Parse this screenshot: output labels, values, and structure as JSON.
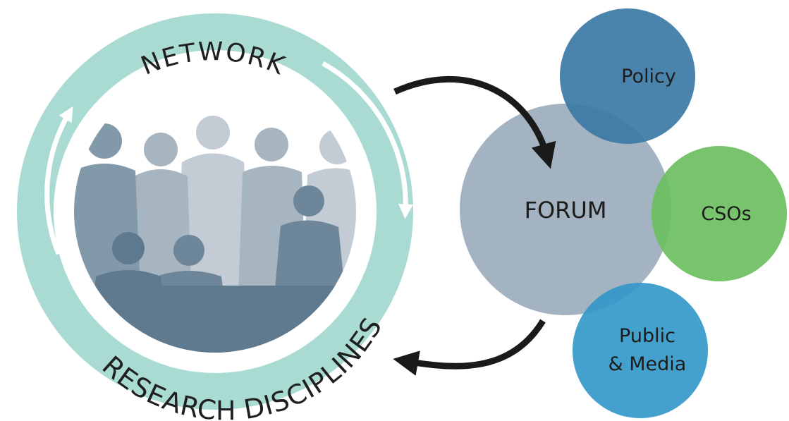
{
  "ring": {
    "top_label": "NETWORK",
    "bottom_label": "RESEARCH DISCIPLINES",
    "color": "#a9dbd3",
    "arrow_color": "#ffffff"
  },
  "people": {
    "colors": [
      "#5f7a8f",
      "#8299aa",
      "#a7b5c1",
      "#c3ccd4",
      "#6d8699"
    ]
  },
  "forum": {
    "label": "FORUM",
    "color": "#a4b3c1"
  },
  "policy": {
    "label": "Policy",
    "color": "#3b7aa6"
  },
  "csos": {
    "label": "CSOs",
    "color": "#6bbf5f"
  },
  "public_media": {
    "line1": "Public",
    "line2": "& Media",
    "color": "#3498c9"
  },
  "connector_color": "#1a1a1a"
}
